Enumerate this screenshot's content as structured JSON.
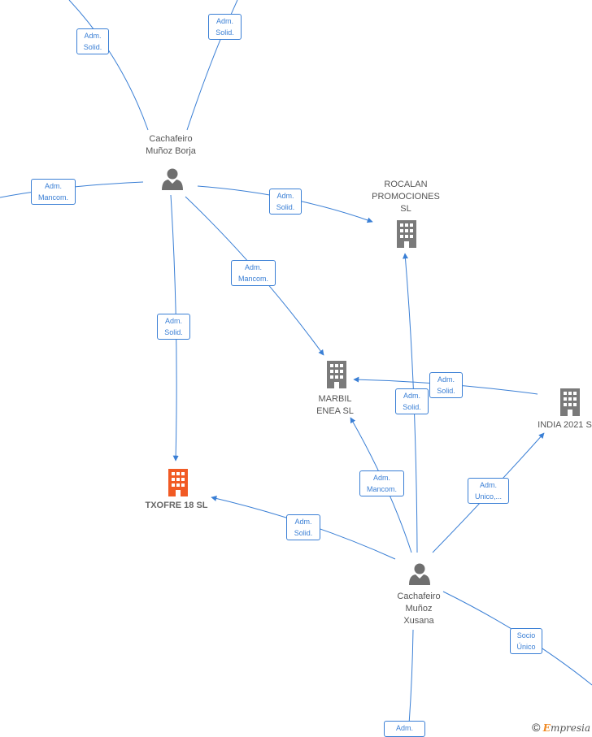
{
  "nodes": {
    "borja": {
      "label": "Cachafeiro\nMuñoz Borja",
      "icon": "person-icon",
      "color": "#6f6f6f"
    },
    "xusana": {
      "label": "Cachafeiro\nMuñoz\nXusana",
      "icon": "person-icon",
      "color": "#6f6f6f"
    },
    "rocalan": {
      "label": "ROCALAN\nPROMOCIONES\nSL",
      "icon": "building-icon",
      "color": "#7a7a7a"
    },
    "marbil": {
      "label": "MARBIL\nENEA  SL",
      "icon": "building-icon",
      "color": "#7a7a7a"
    },
    "india": {
      "label": "INDIA 2021  S",
      "icon": "building-icon",
      "color": "#7a7a7a"
    },
    "txofre": {
      "label": "TXOFRE 18  SL",
      "icon": "building-icon",
      "color": "#f15a24"
    }
  },
  "edge_labels": {
    "e1": "Adm.\nSolid.",
    "e2": "Adm.\nSolid.",
    "e3": "Adm.\nMancom.",
    "e4": "Adm.\nSolid.",
    "e5": "Adm.\nMancom.",
    "e6": "Adm.\nSolid.",
    "e7": "Adm.\nSolid.",
    "e8": "Adm.\nSolid.",
    "e9": "Adm.\nMancom.",
    "e10": "Adm.\nUnico,...",
    "e11": "Adm.\nSolid.",
    "e12": "Socio\nÚnico",
    "e13": "Adm."
  },
  "colors": {
    "edge": "#3a7fd5",
    "person": "#6f6f6f",
    "company": "#7a7a7a",
    "focus_company": "#f15a24"
  },
  "watermark": {
    "copyright": "©",
    "brand_initial": "E",
    "brand_rest": "mpresia"
  }
}
